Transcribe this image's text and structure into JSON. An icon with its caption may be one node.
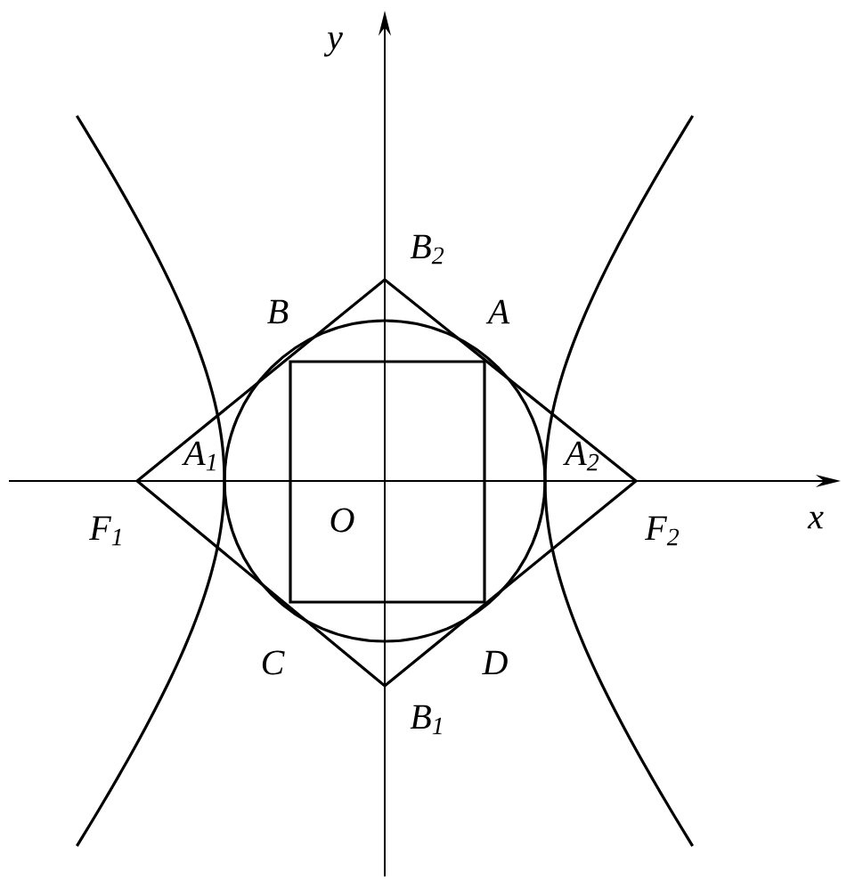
{
  "diagram": {
    "labels": [
      "y",
      "B$_{2}$",
      "B",
      "A",
      "A$_{1}$",
      "A$_{2}$",
      "x",
      "F$_{1}$",
      "O",
      "F$_{2}$",
      "C",
      "D",
      "B$_{1}$"
    ]
  }
}
